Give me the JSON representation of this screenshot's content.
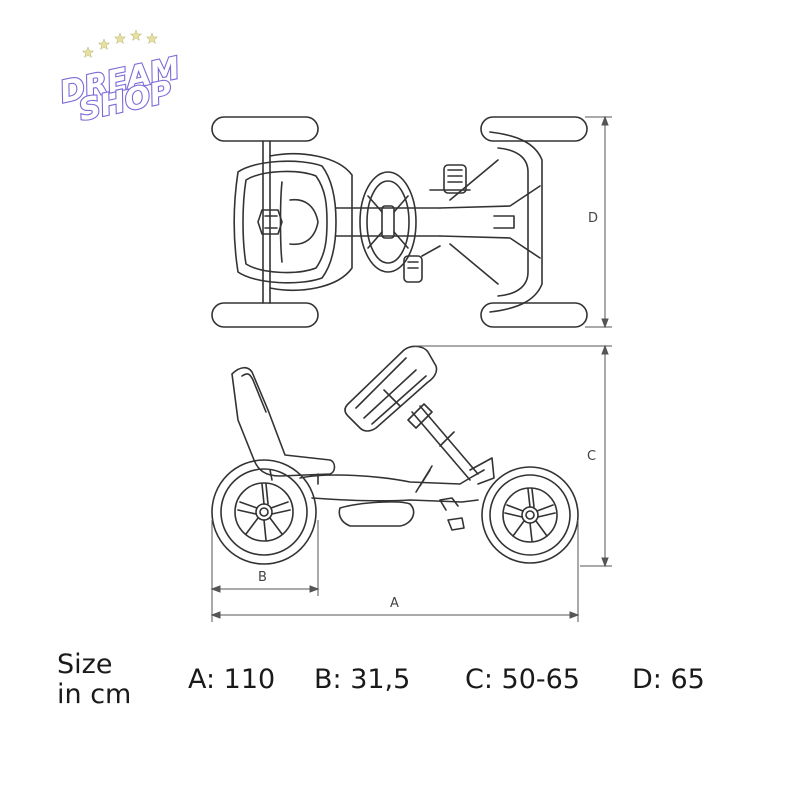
{
  "logo": {
    "line1": "DREAM",
    "line2": "SHOP"
  },
  "dimension_labels": {
    "A": "A",
    "B": "B",
    "C": "C",
    "D": "D"
  },
  "size_caption": {
    "line1": "Size",
    "line2": "in cm"
  },
  "specs": [
    {
      "text": "A: 110"
    },
    {
      "text": "B: 31,5"
    },
    {
      "text": "C: 50-65"
    },
    {
      "text": "D: 65"
    }
  ],
  "colors": {
    "line": "#333333",
    "dimension_line": "#555555",
    "logo_accent": "#7a6ad6"
  }
}
